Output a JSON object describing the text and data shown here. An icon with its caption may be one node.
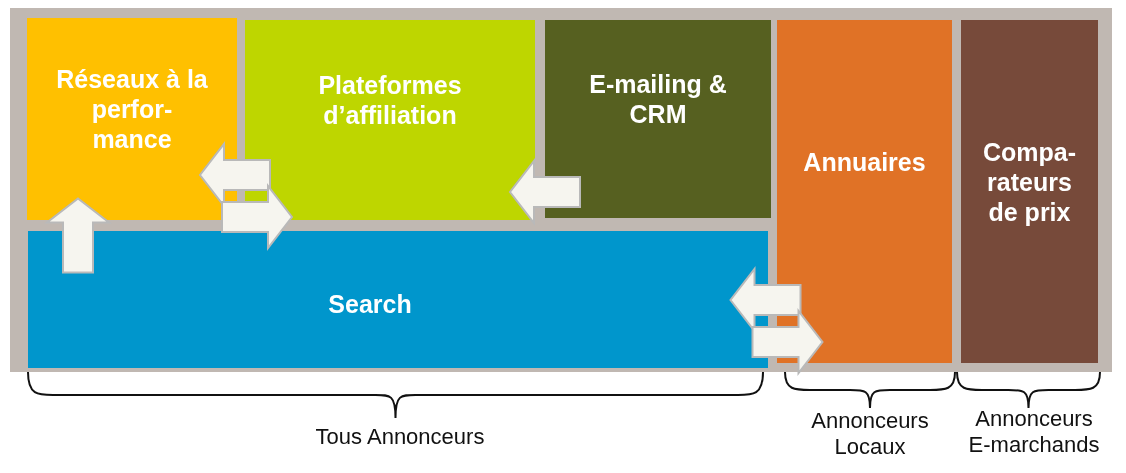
{
  "diagram": {
    "nodes": [
      {
        "text": [
          "Réseaux à la perfor-mance"
        ]
      },
      {
        "text": [
          "Plateformes d’affiliation"
        ]
      },
      {
        "text": [
          "E-mailing & CRM"
        ]
      },
      {
        "text": [
          "Search"
        ]
      },
      {
        "text": [
          "Annuaires"
        ]
      },
      {
        "text": [
          "Compa-rateurs de prix"
        ]
      }
    ],
    "edges": [
      {
        "from": 3,
        "to": 0,
        "arrow": "to"
      },
      {
        "from": 1,
        "to": 0,
        "arrow": "to"
      },
      {
        "from": 0,
        "to": 1,
        "arrow": "to"
      },
      {
        "from": 2,
        "to": 1,
        "arrow": "to"
      },
      {
        "from": 4,
        "to": 3,
        "arrow": "to"
      },
      {
        "from": 3,
        "to": 4,
        "arrow": "to"
      }
    ],
    "labels": [
      "Tous Annonceurs",
      "Annonceurs Locaux",
      "Annonceurs E-marchands"
    ]
  }
}
